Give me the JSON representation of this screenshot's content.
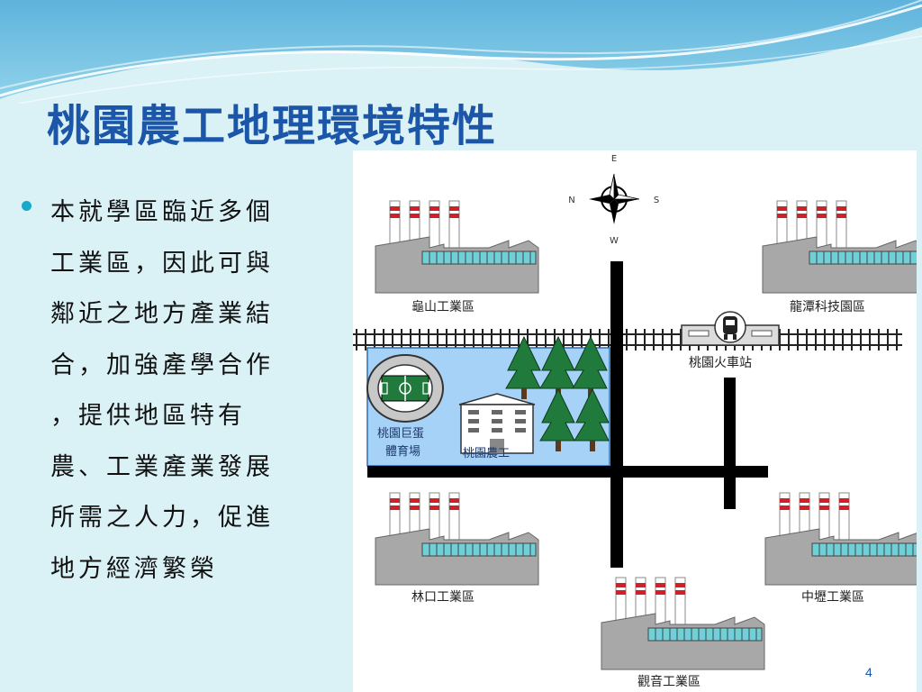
{
  "slide": {
    "title": "桃園農工地理環境特性",
    "bullet_lines": [
      "本就學區臨近多個",
      "工業區，因此可與",
      "鄰近之地方產業結",
      "合，加強產學合作",
      "，提供地區特有",
      "農、工業產業發展",
      "所需之人力，促進",
      "地方經濟繁榮"
    ],
    "page_number": "4"
  },
  "map": {
    "compass": {
      "north": "N",
      "south": "S",
      "east": "E",
      "west": "W"
    },
    "labels": {
      "guishan": "龜山工業區",
      "longtan": "龍潭科技園區",
      "linkou": "林口工業區",
      "zhongli": "中壢工業區",
      "guanyin": "觀音工業區",
      "station": "桃園火車站",
      "stadium_line1": "桃園巨蛋",
      "stadium_line2": "體育場",
      "school": "桃園農工"
    }
  },
  "colors": {
    "title": "#1c56a8",
    "background": "#daf1f6",
    "header_wave": "#4fa9d6",
    "bullet": "#19a8c9",
    "campus_area": "#a7d2f7",
    "tree": "#1f7a3c",
    "smokestack_stripe": "#d0202a",
    "factory_window": "#6fd0d8",
    "road": "#000000"
  }
}
